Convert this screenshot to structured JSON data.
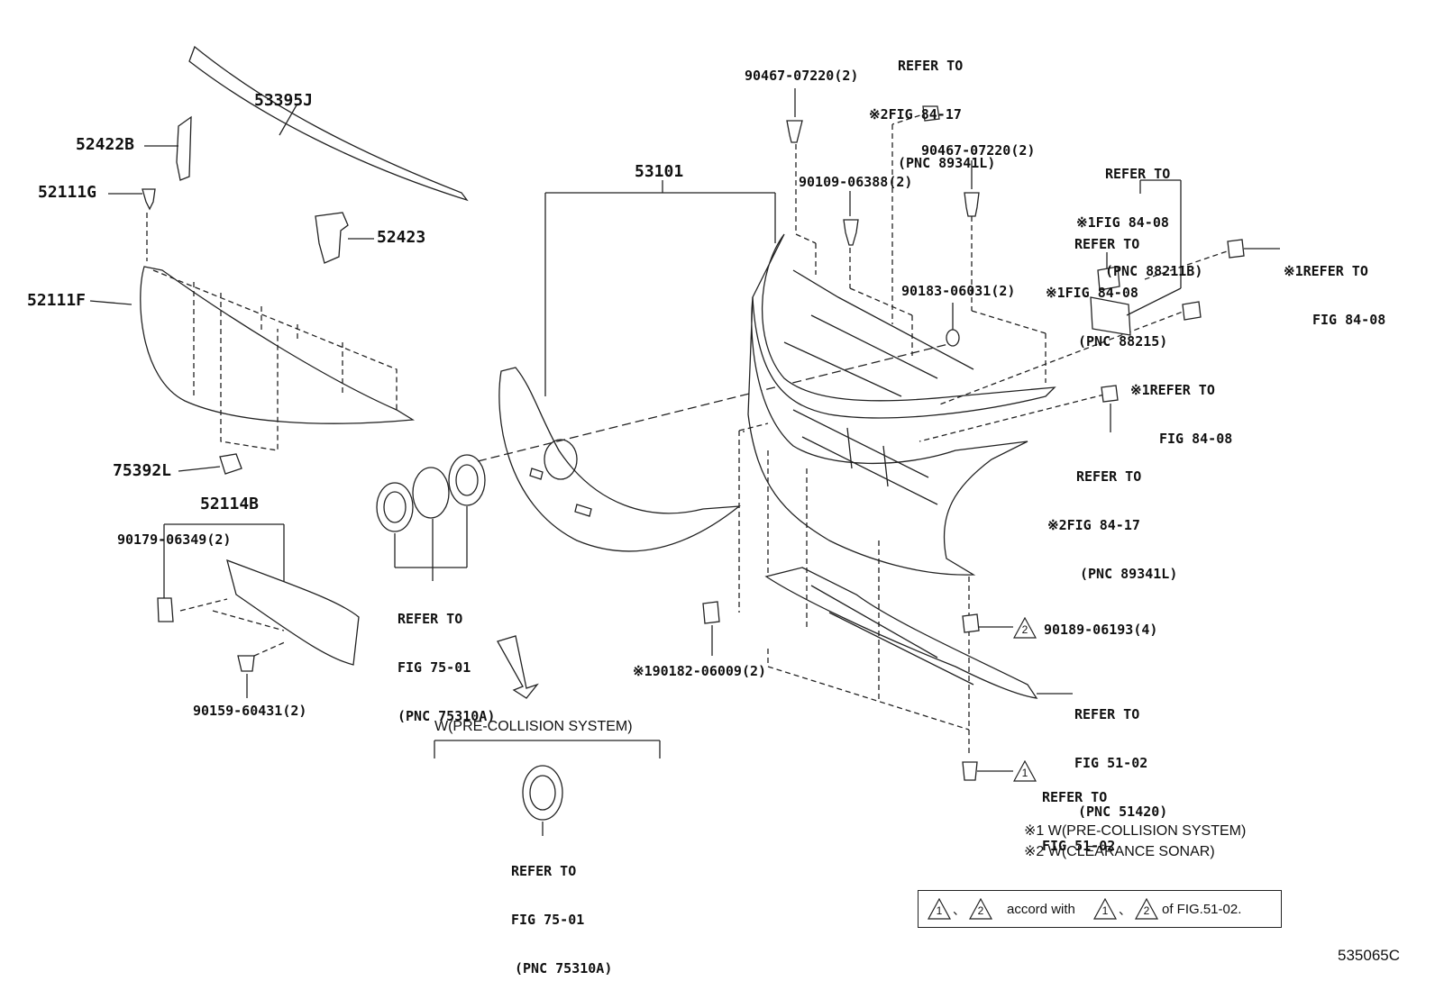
{
  "parts": {
    "p53395J": "53395J",
    "p52422B": "52422B",
    "p52111G": "52111G",
    "p52423": "52423",
    "p52111F": "52111F",
    "p75392L": "75392L",
    "p52114B": "52114B",
    "p90179": "90179-06349(2)",
    "p90159": "90159-60431(2)",
    "p53101": "53101",
    "p90467a": "90467-07220(2)",
    "p90467b": "90467-07220(2)",
    "p90109": "90109-06388(2)",
    "p90183": "90183-06031(2)",
    "p90182": "90182-06009(2)",
    "p90189": "90189-06193(4)"
  },
  "refs": {
    "r1": [
      "REFER TO",
      "FIG 84-17",
      "(PNC 89341L)"
    ],
    "r2": [
      "REFER TO",
      "FIG 84-08",
      "(PNC 88211B)"
    ],
    "r3": [
      "REFER TO",
      "FIG 84-08",
      "(PNC 88215)"
    ],
    "r4": [
      "REFER TO",
      "FIG 84-08"
    ],
    "r5": [
      "REFER TO",
      "FIG 84-08"
    ],
    "r6": [
      "REFER TO",
      "FIG 84-17",
      "(PNC 89341L)"
    ],
    "r7": [
      "REFER TO",
      "FIG 75-01",
      "(PNC 75310A)"
    ],
    "r8": [
      "REFER TO",
      "FIG 51-02",
      "(PNC 51420)"
    ],
    "r9": [
      "REFER TO",
      "FIG 51-02"
    ],
    "r10": [
      "REFER TO",
      "FIG 75-01",
      "(PNC 75310A)"
    ]
  },
  "marks": {
    "m2": "※2",
    "m1": "※1"
  },
  "triangles": {
    "t1": "1",
    "t2": "2"
  },
  "variant_title": "W(PRE-COLLISION SYSTEM)",
  "legend": {
    "l1": "※1 W(PRE-COLLISION SYSTEM)",
    "l2": "※2 W(CLEARANCE SONAR)"
  },
  "note": {
    "sep": "、",
    "accord": "accord with",
    "of_fig": "of FIG.51-02."
  },
  "figure_id": "535065C"
}
